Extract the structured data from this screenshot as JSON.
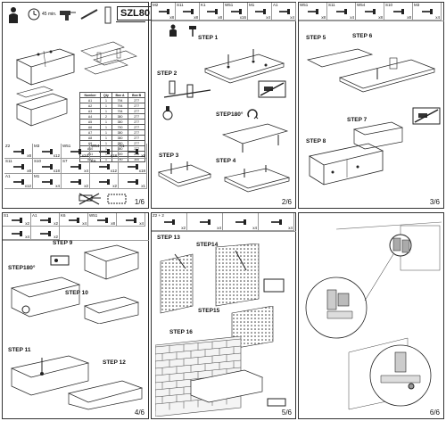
{
  "model": "SZL80",
  "p1": {
    "time": "45 min.",
    "page": "1/6",
    "table_headers": [
      "Number",
      "Qty",
      "Box A",
      "Box B"
    ],
    "table_rows": [
      [
        "A1",
        "1",
        "794",
        "277"
      ],
      [
        "A2",
        "1",
        "794",
        "277"
      ],
      [
        "A3",
        "1",
        "794",
        "277"
      ],
      [
        "A4",
        "2",
        "380",
        "277"
      ],
      [
        "A5",
        "1",
        "380",
        "277"
      ],
      [
        "A6",
        "1",
        "790",
        "277"
      ],
      [
        "A7",
        "1",
        "380",
        "277"
      ],
      [
        "A8",
        "1",
        "380",
        "277"
      ],
      [
        "A9",
        "1",
        "380",
        "277"
      ],
      [
        "A10",
        "1",
        "380",
        "277"
      ],
      [
        "A11",
        "1",
        "300",
        "270"
      ],
      [
        "A12",
        "1",
        "790",
        "300"
      ]
    ],
    "hardware": [
      {
        "code": "Z2",
        "qty": "x8"
      },
      {
        "code": "M3",
        "qty": "x12"
      },
      {
        "code": "W51",
        "qty": "x24"
      },
      {
        "code": "W54",
        "qty": "x18"
      },
      {
        "code": "K1",
        "qty": "x8"
      },
      {
        "code": "S11",
        "qty": "x8"
      },
      {
        "code": "S10",
        "qty": "x18"
      },
      {
        "code": "S7",
        "qty": "x4"
      },
      {
        "code": "K6",
        "qty": "x12"
      },
      {
        "code": "",
        "qty": "x18"
      },
      {
        "code": "A1",
        "qty": "x12"
      },
      {
        "code": "M1",
        "qty": "x4"
      },
      {
        "code": "",
        "qty": "x2"
      },
      {
        "code": "",
        "qty": "x2"
      },
      {
        "code": "",
        "qty": "x1"
      }
    ]
  },
  "p2": {
    "page": "2/6",
    "hardware": [
      {
        "code": "M2",
        "qty": "x8"
      },
      {
        "code": "S11",
        "qty": "x8"
      },
      {
        "code": "K1",
        "qty": "x8"
      },
      {
        "code": "W51",
        "qty": "x16"
      },
      {
        "code": "M1",
        "qty": "x4"
      },
      {
        "code": "A1",
        "qty": "x4"
      }
    ],
    "steps": [
      "STEP 1",
      "STEP 2",
      "STEP 3",
      "STEP 4"
    ],
    "rotate": "180°"
  },
  "p3": {
    "page": "3/6",
    "hardware": [
      {
        "code": "W51",
        "qty": "x8"
      },
      {
        "code": "S11",
        "qty": "x4"
      },
      {
        "code": "W54",
        "qty": "x8"
      },
      {
        "code": "S10",
        "qty": "x8"
      },
      {
        "code": "M3",
        "qty": "x4"
      }
    ],
    "steps": [
      "STEP 5",
      "STEP 6",
      "STEP 7",
      "STEP 8"
    ]
  },
  "p4": {
    "page": "4/6",
    "hardware": [
      {
        "code": "S1",
        "qty": "x2"
      },
      {
        "code": "A1",
        "qty": "x2"
      },
      {
        "code": "K6",
        "qty": "x4"
      },
      {
        "code": "W51",
        "qty": "x8"
      },
      {
        "code": "",
        "qty": "x4"
      },
      {
        "code": "",
        "qty": "x4"
      },
      {
        "code": "",
        "qty": "x2"
      }
    ],
    "steps": [
      "STEP 9",
      "STEP 10",
      "STEP 11",
      "STEP 12"
    ],
    "rotate": "180°"
  },
  "p5": {
    "page": "5/6",
    "hardware": [
      {
        "code": "Z2 + 2",
        "qty": "x2"
      },
      {
        "code": "",
        "qty": "x4"
      },
      {
        "code": "",
        "qty": "x4"
      },
      {
        "code": "",
        "qty": "x4"
      }
    ],
    "steps": [
      "STEP 13",
      "STEP14",
      "STEP15",
      "STEP 16"
    ]
  },
  "p6": {
    "page": "6/6"
  }
}
